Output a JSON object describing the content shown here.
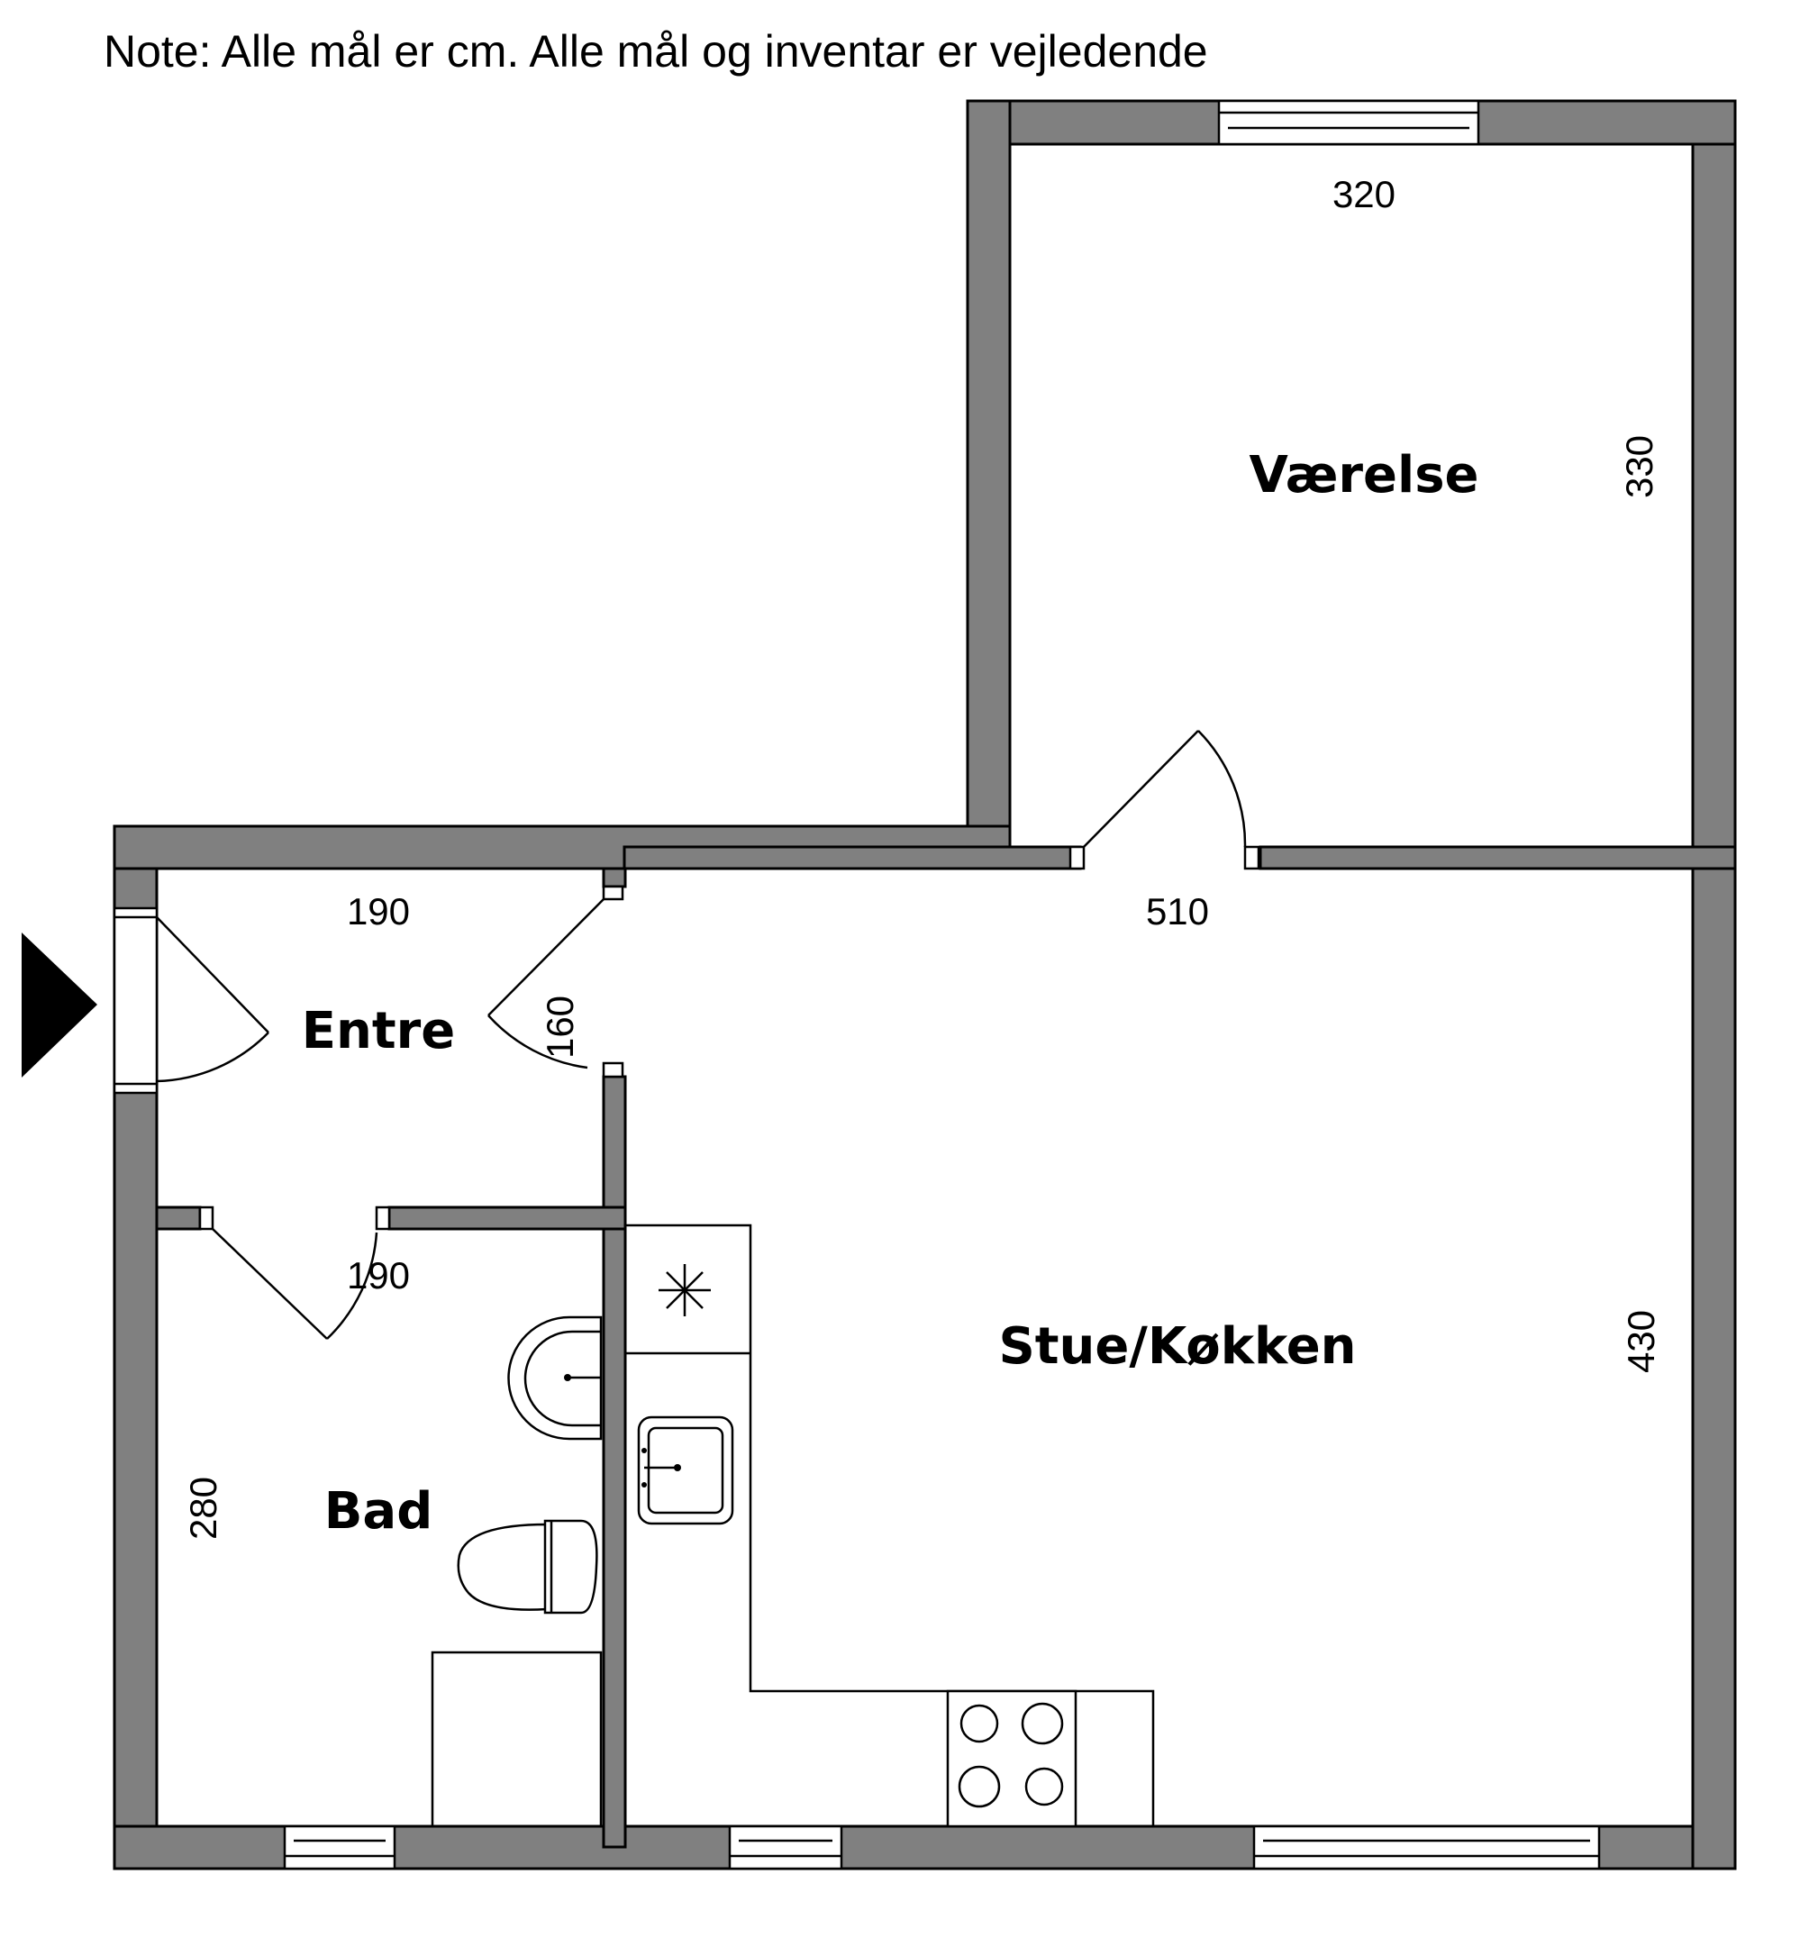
{
  "note": "Note: Alle mål er cm. Alle mål og inventar er vejledende",
  "colors": {
    "wall": "#808080",
    "outline": "#000000",
    "background": "#ffffff"
  },
  "rooms": {
    "vaerelse": {
      "name": "Værelse",
      "width": "320",
      "depth": "330"
    },
    "entre": {
      "name": "Entre",
      "width": "190",
      "depth": "160"
    },
    "stue": {
      "name": "Stue/Køkken",
      "width": "510",
      "depth": "430"
    },
    "bad": {
      "name": "Bad",
      "width": "190",
      "depth": "280"
    }
  },
  "icons": {
    "entrance": "entrance-arrow-icon",
    "stove": "stove-icon",
    "sink": "kitchen-sink-icon",
    "basin": "washbasin-icon",
    "toilet": "toilet-icon",
    "fan": "extractor-fan-icon"
  }
}
